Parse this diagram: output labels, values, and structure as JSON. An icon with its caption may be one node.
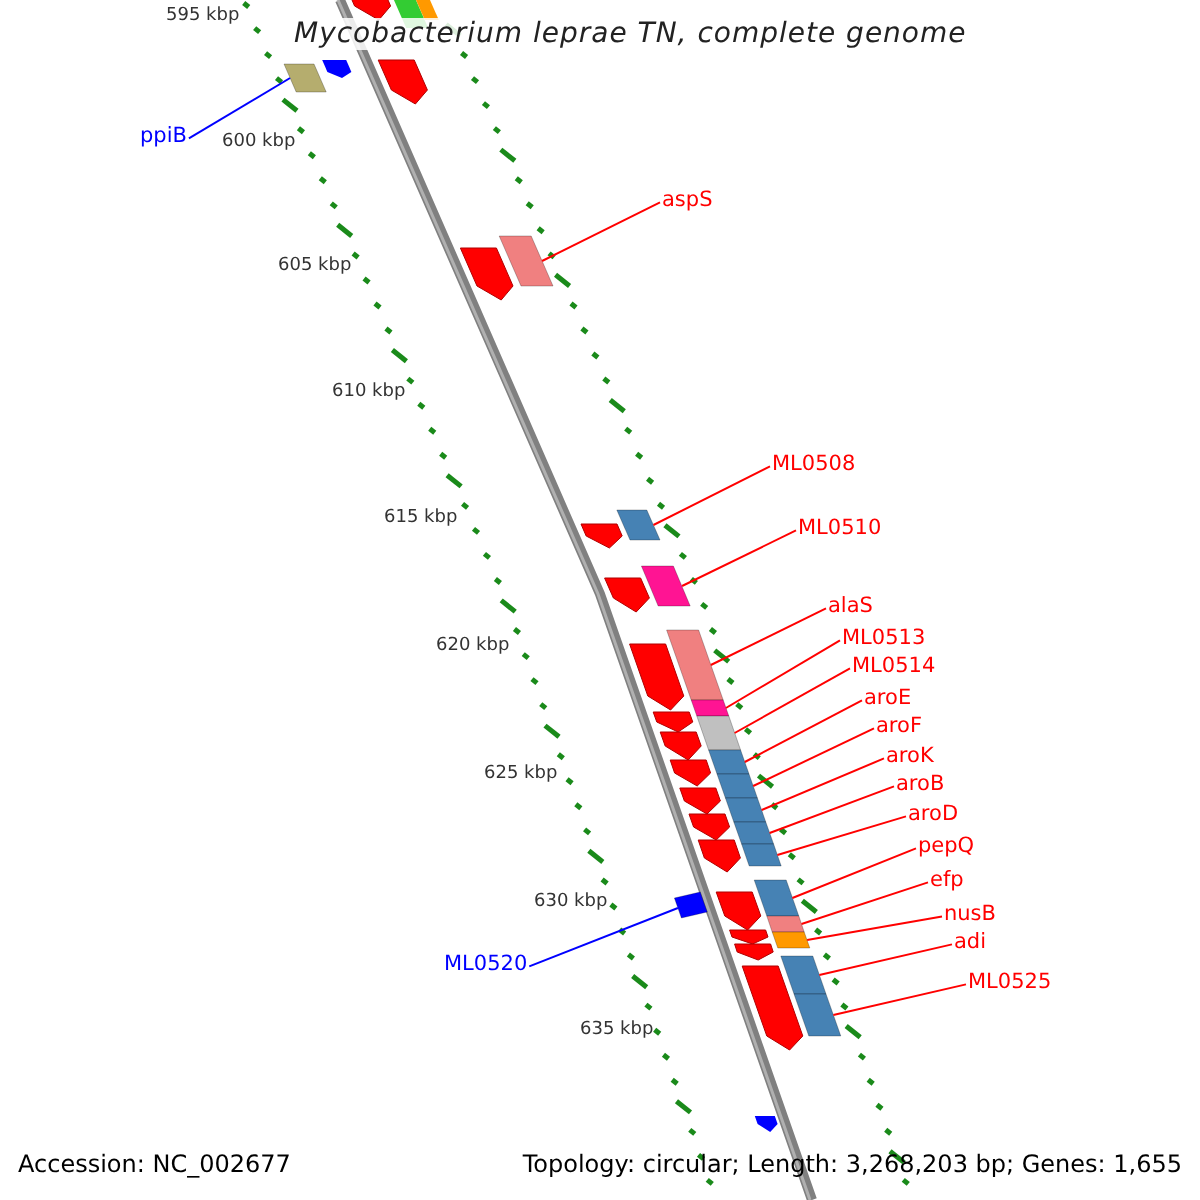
{
  "diagram": {
    "title": "Mycobacterium leprae TN, complete genome",
    "nodes": [
      {
        "text": [
          "ppiB"
        ]
      },
      {
        "text": [],
        "shape": "box"
      },
      {
        "text": [
          "aspS"
        ]
      },
      {
        "text": [],
        "shape": "box"
      },
      {
        "text": [
          "ML0508"
        ]
      },
      {
        "text": [],
        "shape": "box"
      },
      {
        "text": [
          "ML0510"
        ]
      },
      {
        "text": [],
        "shape": "box"
      },
      {
        "text": [
          "alaS"
        ]
      },
      {
        "text": [],
        "shape": "box"
      },
      {
        "text": [
          "ML0513"
        ]
      },
      {
        "text": [],
        "shape": "box"
      },
      {
        "text": [
          "ML0514"
        ]
      },
      {
        "text": [],
        "shape": "box"
      },
      {
        "text": [
          "aroE"
        ]
      },
      {
        "text": [],
        "shape": "box"
      },
      {
        "text": [
          "aroF"
        ]
      },
      {
        "text": [],
        "shape": "box"
      },
      {
        "text": [
          "aroK"
        ]
      },
      {
        "text": [],
        "shape": "box"
      },
      {
        "text": [
          "aroB"
        ]
      },
      {
        "text": [],
        "shape": "box"
      },
      {
        "text": [
          "aroD"
        ]
      },
      {
        "text": [],
        "shape": "box"
      },
      {
        "text": [
          "pepQ"
        ]
      },
      {
        "text": [],
        "shape": "box"
      },
      {
        "text": [
          "efp"
        ]
      },
      {
        "text": [],
        "shape": "box"
      },
      {
        "text": [
          "nusB"
        ]
      },
      {
        "text": [],
        "shape": "box"
      },
      {
        "text": [
          "adi"
        ]
      },
      {
        "text": [],
        "shape": "box"
      },
      {
        "text": [
          "ML0520"
        ]
      },
      {
        "text": [],
        "shape": "box"
      },
      {
        "text": [
          "ML0525"
        ]
      },
      {
        "text": [],
        "shape": "box"
      }
    ],
    "edges": [
      {
        "from": 0,
        "to": 1,
        "arrow": "none",
        "color": "#0000ff"
      },
      {
        "from": 2,
        "to": 3,
        "arrow": "none"
      },
      {
        "from": 4,
        "to": 5,
        "arrow": "none"
      },
      {
        "from": 6,
        "to": 7,
        "arrow": "none"
      },
      {
        "from": 8,
        "to": 9,
        "arrow": "none"
      },
      {
        "from": 10,
        "to": 11,
        "arrow": "none"
      },
      {
        "from": 12,
        "to": 13,
        "arrow": "none"
      },
      {
        "from": 14,
        "to": 15,
        "arrow": "none"
      },
      {
        "from": 16,
        "to": 17,
        "arrow": "none"
      },
      {
        "from": 18,
        "to": 19,
        "arrow": "none"
      },
      {
        "from": 20,
        "to": 21,
        "arrow": "none"
      },
      {
        "from": 22,
        "to": 23,
        "arrow": "none"
      },
      {
        "from": 24,
        "to": 25,
        "arrow": "none"
      },
      {
        "from": 26,
        "to": 27,
        "arrow": "none"
      },
      {
        "from": 28,
        "to": 29,
        "arrow": "none"
      },
      {
        "from": 30,
        "to": 31,
        "arrow": "none"
      },
      {
        "from": 32,
        "to": 33,
        "arrow": "none",
        "color": "#0000ff"
      },
      {
        "from": 34,
        "to": 35,
        "arrow": "none"
      }
    ],
    "labels": [
      "595 kbp",
      "600 kbp",
      "605 kbp",
      "610 kbp",
      "615 kbp",
      "620 kbp",
      "625 kbp",
      "630 kbp",
      "635 kbp",
      "Accession: NC_002677",
      "Topology: circular; Length: 3,268,203 bp; Genes: 1,655"
    ]
  }
}
